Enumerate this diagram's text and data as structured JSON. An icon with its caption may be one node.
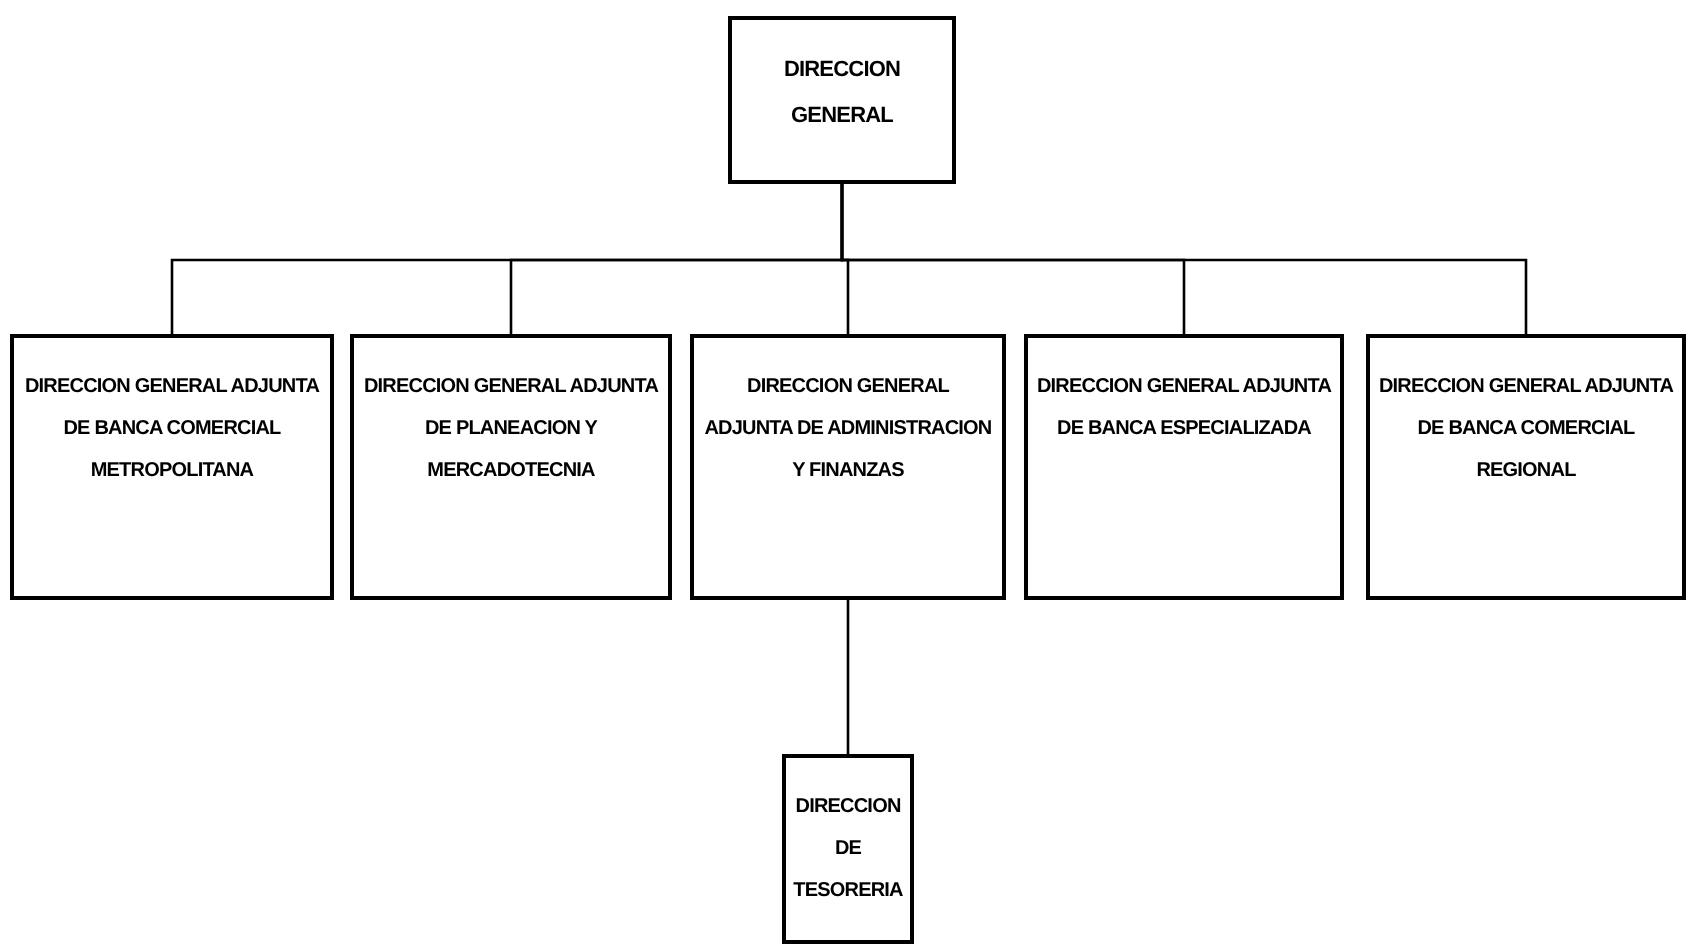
{
  "diagram": {
    "nodes": [
      {
        "text": [
          "DIRECCION GENERAL"
        ]
      },
      {
        "text": [
          "DIRECCION GENERAL ADJUNTA DE BANCA COMERCIAL METROPOLITANA"
        ]
      },
      {
        "text": [
          "DIRECCION GENERAL ADJUNTA DE PLANEACION Y MERCADOTECNIA"
        ]
      },
      {
        "text": [
          "DIRECCION GENERAL ADJUNTA DE ADMINISTRACION Y FINANZAS"
        ]
      },
      {
        "text": [
          "DIRECCION GENERAL ADJUNTA DE BANCA ESPECIALIZADA"
        ]
      },
      {
        "text": [
          "DIRECCION GENERAL ADJUNTA DE BANCA COMERCIAL REGIONAL"
        ]
      },
      {
        "text": [
          "DIRECCION DE TESORERIA"
        ]
      }
    ],
    "edges": [
      {
        "from": 0,
        "to": 1,
        "arrow": "none"
      },
      {
        "from": 0,
        "to": 2,
        "arrow": "none"
      },
      {
        "from": 0,
        "to": 3,
        "arrow": "none"
      },
      {
        "from": 0,
        "to": 4,
        "arrow": "none"
      },
      {
        "from": 0,
        "to": 5,
        "arrow": "none"
      },
      {
        "from": 3,
        "to": 6,
        "arrow": "none"
      }
    ]
  }
}
